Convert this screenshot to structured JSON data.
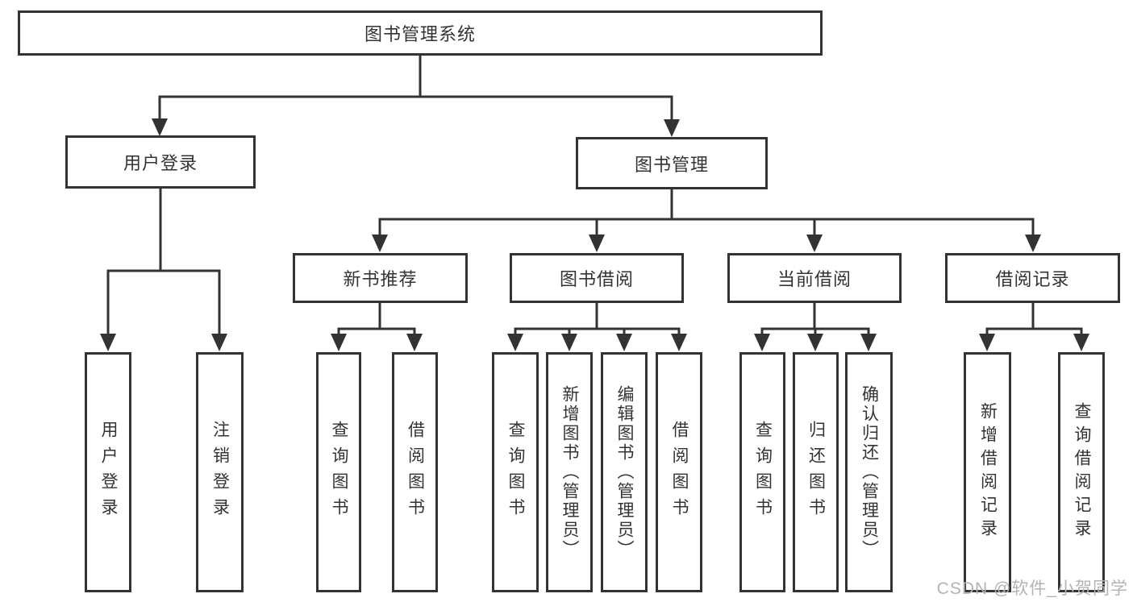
{
  "diagram": {
    "root": "图书管理系统",
    "level2": {
      "user_login": "用户登录",
      "book_management": "图书管理"
    },
    "level3": {
      "new_book_recommend": "新书推荐",
      "book_borrowing": "图书借阅",
      "current_borrowing": "当前借阅",
      "borrow_records": "借阅记录"
    },
    "leaves": {
      "user_login": "用户登录",
      "logout": "注销登录",
      "query_books_1": "查询图书",
      "borrow_books_1": "借阅图书",
      "query_books_2": "查询图书",
      "add_book_admin": "新增图书（管理员）",
      "edit_book_admin": "编辑图书（管理员）",
      "borrow_books_2": "借阅图书",
      "query_books_3": "查询图书",
      "return_books": "归还图书",
      "confirm_return_admin": "确认归还（管理员）",
      "add_borrow_record": "新增借阅记录",
      "query_borrow_record": "查询借阅记录"
    }
  },
  "watermark": "CSDN @软件_小贺同学",
  "colors": {
    "line": "#333333",
    "box_border": "#333333",
    "text": "#333333",
    "watermark_text": "#b3b3b3",
    "background": "#ffffff"
  }
}
